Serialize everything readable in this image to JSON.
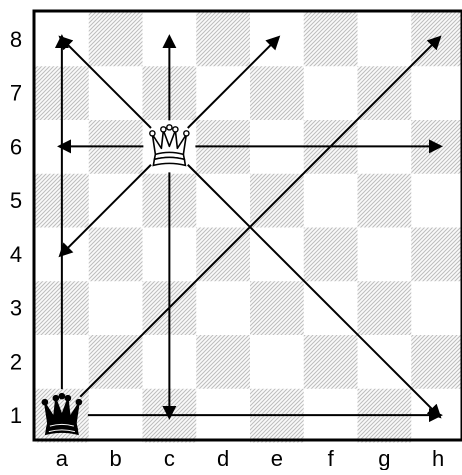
{
  "files": [
    "a",
    "b",
    "c",
    "d",
    "e",
    "f",
    "g",
    "h"
  ],
  "ranks": [
    "1",
    "2",
    "3",
    "4",
    "5",
    "6",
    "7",
    "8"
  ],
  "pieces": [
    {
      "name": "queen",
      "color": "white",
      "square": "c6"
    },
    {
      "name": "queen",
      "color": "black",
      "square": "a1"
    }
  ],
  "moves": [
    {
      "piece": "white-queen",
      "from": "c6",
      "to": "a8"
    },
    {
      "piece": "white-queen",
      "from": "c6",
      "to": "c8"
    },
    {
      "piece": "white-queen",
      "from": "c6",
      "to": "e8"
    },
    {
      "piece": "white-queen",
      "from": "c6",
      "to": "a6"
    },
    {
      "piece": "white-queen",
      "from": "c6",
      "to": "h6"
    },
    {
      "piece": "white-queen",
      "from": "c6",
      "to": "a4"
    },
    {
      "piece": "white-queen",
      "from": "c6",
      "to": "c1"
    },
    {
      "piece": "white-queen",
      "from": "c6",
      "to": "h1"
    },
    {
      "piece": "black-queen",
      "from": "a1",
      "to": "a8"
    },
    {
      "piece": "black-queen",
      "from": "a1",
      "to": "h8"
    },
    {
      "piece": "black-queen",
      "from": "a1",
      "to": "h1"
    }
  ],
  "colors": {
    "board_border": "#000000",
    "light_square": "#ffffff",
    "dark_square_hatch": "#c8c8c8",
    "arrow": "#000000",
    "label": "#000000"
  }
}
